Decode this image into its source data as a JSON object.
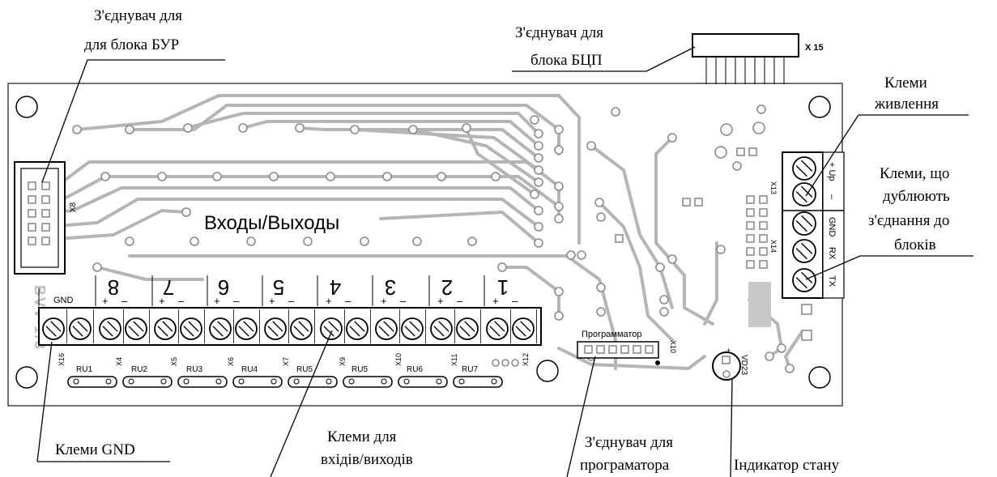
{
  "callouts": {
    "bur_line1": "З'єднувач для",
    "bur_line2": "для блока  БУР",
    "bcp_line1": "З'єднувач для",
    "bcp_line2": "блока БЦП",
    "power_line1": "Клеми",
    "power_line2": "живлення",
    "dup_line1": "Клеми, що",
    "dup_line2": "дублюють",
    "dup_line3": "з'єднання до",
    "dup_line4": "блоків",
    "gnd": "Клеми GND",
    "io_line1": "Клеми для",
    "io_line2": "вхідів/виходів",
    "prog_line1": "З'єднувач для",
    "prog_line2": "програматора",
    "status": "Індикатор стану"
  },
  "board": {
    "main_label": "Входы/Выходы",
    "model": "BVV-1/3",
    "gnd_label": "GND",
    "programmer_label": "Программатор",
    "x15": "X 15",
    "x8": "X8",
    "x13": "X13",
    "x14": "X14",
    "x10": "X10",
    "vd23": "VD23",
    "channels": [
      "8",
      "7",
      "6",
      "5",
      "4",
      "3",
      "2",
      "1"
    ],
    "plus": "+",
    "minus": "–",
    "terminal_ids": [
      "X16",
      "X4",
      "X5",
      "X6",
      "X7",
      "X9",
      "X10",
      "X11",
      "X12"
    ],
    "ru_labels": [
      "RU1",
      "RU2",
      "RU3",
      "RU4",
      "RU5",
      "RU5",
      "RU6",
      "RU7"
    ],
    "power_labels": [
      "+ Up",
      "–",
      "GND",
      "RX",
      "TX"
    ]
  }
}
